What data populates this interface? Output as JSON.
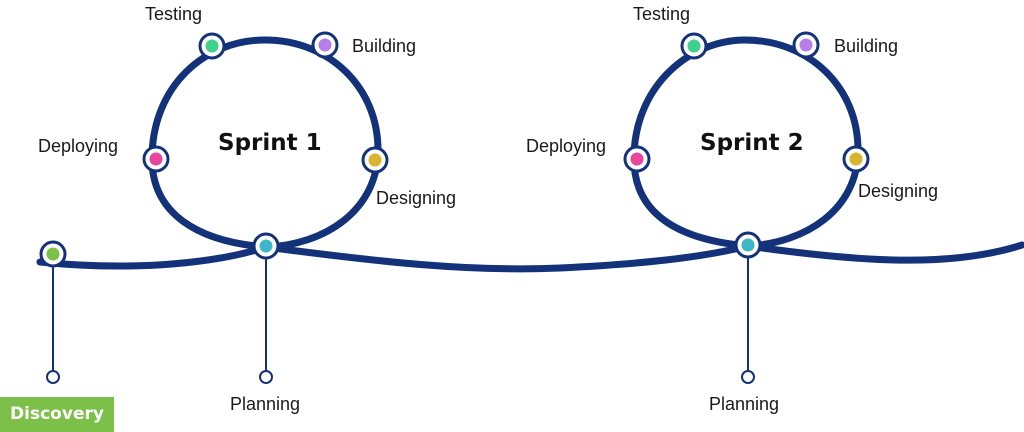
{
  "colors": {
    "track": "#14327a",
    "dot_testing": "#3fd08e",
    "dot_building": "#b77de8",
    "dot_designing": "#d9b430",
    "dot_deploying": "#e8459c",
    "dot_planning": "#3db6c8",
    "dot_discovery": "#7cc04a",
    "discovery_tag": "#7cc04a"
  },
  "discovery": {
    "label": "Discovery"
  },
  "sprints": [
    {
      "title": "Sprint 1",
      "stages": {
        "testing": "Testing",
        "building": "Building",
        "designing": "Designing",
        "deploying": "Deploying",
        "planning": "Planning"
      }
    },
    {
      "title": "Sprint 2",
      "stages": {
        "testing": "Testing",
        "building": "Building",
        "designing": "Designing",
        "deploying": "Deploying",
        "planning": "Planning"
      }
    }
  ]
}
